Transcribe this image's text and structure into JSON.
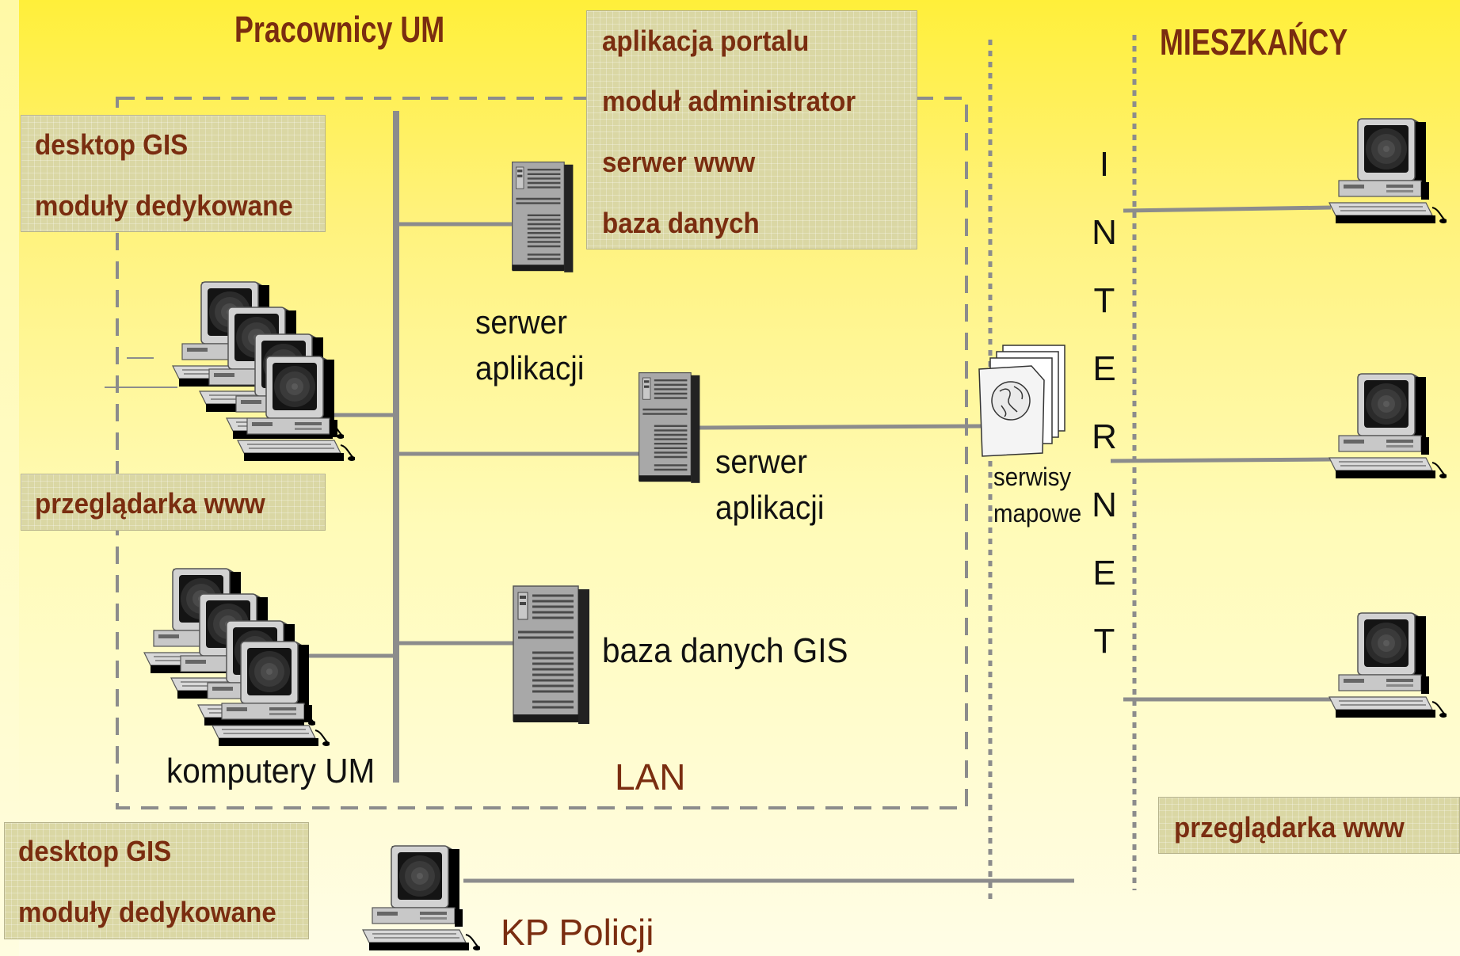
{
  "headers": {
    "staff": "Pracownicy UM",
    "residents": "MIESZKAŃCY"
  },
  "portal_box": {
    "lines": [
      "aplikacja portalu",
      "moduł administrator",
      "serwer www",
      "baza danych"
    ]
  },
  "desktop_box_top": {
    "lines": [
      "desktop GIS",
      "moduły dedykowane"
    ]
  },
  "browser_box_left": {
    "label": "przeglądarka www"
  },
  "desktop_box_bottom": {
    "lines": [
      "desktop GIS",
      "moduły dedykowane"
    ]
  },
  "browser_box_right": {
    "label": "przeglądarka www"
  },
  "labels": {
    "server_app_1": [
      "serwer",
      "aplikacji"
    ],
    "server_app_2": [
      "serwer",
      "aplikacji"
    ],
    "gis_db": "baza danych GIS",
    "computers": "komputery UM",
    "lan": "LAN",
    "map_services": [
      "serwisy",
      "mapowe"
    ],
    "police": "KP Policji"
  },
  "internet_letters": [
    "I",
    "N",
    "T",
    "E",
    "R",
    "N",
    "E",
    "T"
  ],
  "icons": {
    "workstation": "computer-icon",
    "server": "server-tower-icon",
    "map_service": "globe-document-icon"
  },
  "colors": {
    "label_brown": "#7a2d10",
    "box_fill": "#dad7a4",
    "wire_gray": "#8c8c8c",
    "background_top": "#ffef3a",
    "background_bottom": "#fffde6"
  }
}
